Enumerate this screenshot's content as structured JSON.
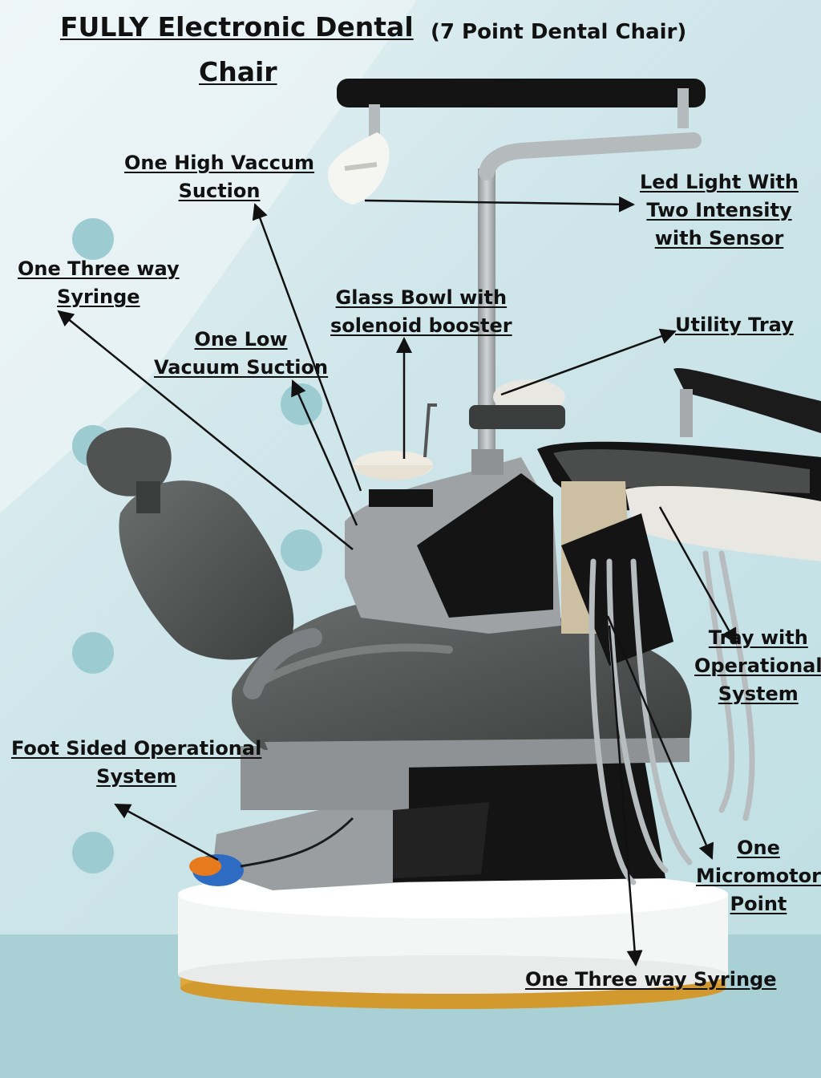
{
  "title_line1": "FULLY Electronic Dental",
  "title_line2": "Chair",
  "subtitle": "(7 Point Dental Chair)",
  "labels": {
    "high_vaccum_1": "One High Vaccum",
    "high_vaccum_2": "Suction",
    "led_1": "Led Light With",
    "led_2": "Two Intensity",
    "led_3": "with Sensor",
    "syringe_left_1": "One Three way",
    "syringe_left_2": "Syringe",
    "glass_bowl_1": "Glass Bowl with",
    "glass_bowl_2": "solenoid booster",
    "utility_tray": "Utility Tray",
    "low_vacuum_1": "One Low",
    "low_vacuum_2": "Vacuum Suction",
    "tray_op_1": "Tray with",
    "tray_op_2": "Operational",
    "tray_op_3": "System",
    "foot_1": "Foot Sided Operational",
    "foot_2": "System",
    "micromotor_1": "One",
    "micromotor_2": "Micromotor",
    "micromotor_3": "Point",
    "syringe_bottom": "One Three way Syringe"
  },
  "colors": {
    "background": "#cfe6ea",
    "chair_upholstery": "#4a4d4c",
    "chair_body": "#8e9294",
    "base_black": "#141414",
    "platform": "#f4f5f5",
    "platform_rim": "#e0a83a",
    "arrow": "#111111"
  }
}
